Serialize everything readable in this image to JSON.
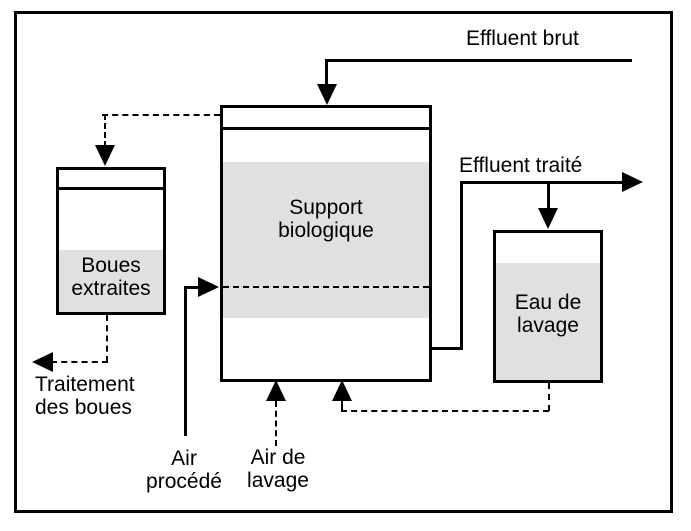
{
  "colors": {
    "line": "#000000",
    "tank_fill": "#e0e0e0",
    "background": "#ffffff"
  },
  "tanks": {
    "bioreactor": {
      "label": "Support\nbiologique"
    },
    "sludge": {
      "label": "Boues\nextraites"
    },
    "wash_water": {
      "label": "Eau de\nlavage"
    }
  },
  "streams": {
    "raw_effluent": {
      "label": "Effluent brut"
    },
    "treated_effluent": {
      "label": "Effluent traité"
    },
    "sludge_treatment": {
      "label": "Traitement\ndes boues"
    },
    "process_air": {
      "label": "Air\nprocédé"
    },
    "wash_air": {
      "label": "Air de\nlavage"
    }
  }
}
